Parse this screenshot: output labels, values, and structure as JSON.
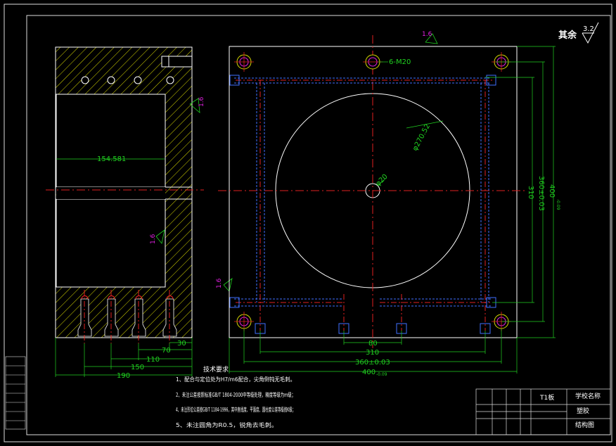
{
  "roughness": {
    "label": "其余",
    "value": "3.2",
    "symbol_value": "1.6"
  },
  "dims_left": {
    "width_inner": "154.581",
    "d30": "30",
    "d70": "70",
    "d110": "110",
    "d150": "150",
    "d190": "190"
  },
  "dims_right": {
    "holes": "6-M20",
    "circle_dia": "φ270.52",
    "center_hole": "φ20",
    "v310": "310",
    "v360": "360±0.03",
    "v400": "400",
    "h80": "80",
    "h310": "310",
    "h360": "360±0.03",
    "h400": "400",
    "tol": "-0.09"
  },
  "notes": {
    "title": "技术要求",
    "items": [
      "1、配合与定位处为H7/m6配合，尖角倒钝无毛刺。",
      "2、未注公差按照标准GB/T 1804-2000中等级处理，精度等级为m级；",
      "4、未注形位公差按GB/T 1184-1996，其中直线度、平面度、圆柱度公差等级按K级；",
      "5、未注圆角为R0.5，锐角去毛刺。"
    ]
  },
  "title_block": {
    "part": "T1板",
    "school": "学校名称",
    "material": "塑胶",
    "drawing": "结构图"
  }
}
